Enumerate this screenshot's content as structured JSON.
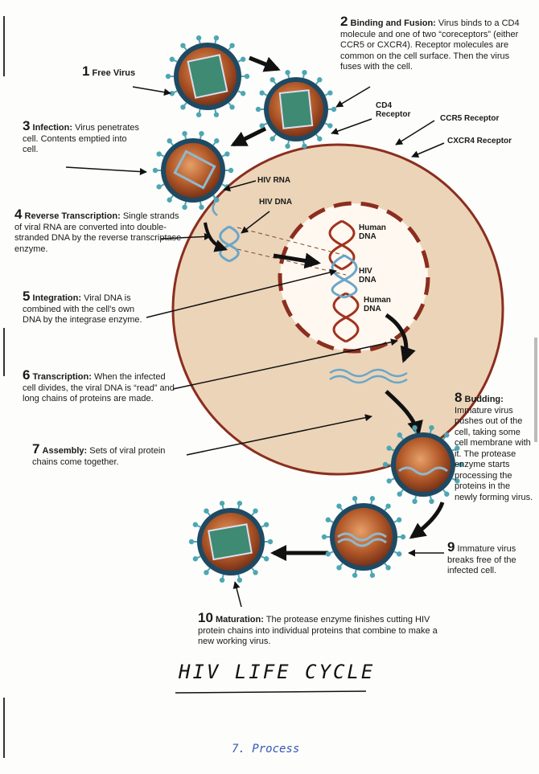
{
  "steps": {
    "s1": {
      "num": "1",
      "head": "Free Virus",
      "body": ""
    },
    "s2": {
      "num": "2",
      "head": "Binding and Fusion:",
      "body": "Virus binds to a CD4 molecule and one of two “coreceptors” (either CCR5 or CXCR4). Receptor molecules are common on the cell surface. Then the virus fuses with the cell."
    },
    "s3": {
      "num": "3",
      "head": "Infection:",
      "body": "Virus penetrates cell. Contents emptied into cell."
    },
    "s4": {
      "num": "4",
      "head": "Reverse Transcription:",
      "body": "Single strands of viral RNA are converted into double-stranded DNA by the reverse transcriptase enzyme."
    },
    "s5": {
      "num": "5",
      "head": "Integration:",
      "body": "Viral DNA is combined with the cell's own DNA by the integrase enzyme."
    },
    "s6": {
      "num": "6",
      "head": "Transcription:",
      "body": "When the infected cell divides, the viral DNA is “read” and long chains of proteins are made."
    },
    "s7": {
      "num": "7",
      "head": "Assembly:",
      "body": "Sets of viral protein chains come together."
    },
    "s8": {
      "num": "8",
      "head": "Budding:",
      "body": "Immature virus pushes out of the cell, taking some cell membrane with it. The protease enzyme starts processing the proteins in the newly forming virus."
    },
    "s9": {
      "num": "9",
      "head": "",
      "body": "Immature virus breaks free of the infected cell."
    },
    "s10": {
      "num": "10",
      "head": "Maturation:",
      "body": "The protease enzyme finishes cutting HIV protein chains into individual proteins that combine to make a new working virus."
    }
  },
  "labels": {
    "cd4": "CD4 Receptor",
    "ccr5": "CCR5 Receptor",
    "cxcr4": "CXCR4 Receptor",
    "hiv_rna": "HIV RNA",
    "hiv_dna": "HIV DNA",
    "human_dna_1": "Human DNA",
    "hiv_dna_nucleus": "HIV DNA",
    "human_dna_2": "Human DNA"
  },
  "handwriting": {
    "title": "HIV LIFE CYCLE",
    "footer": "7. Process"
  },
  "colors": {
    "cell_fill": "#ecd4b8",
    "cell_border": "#8b2e1f",
    "virus_core": "#b35a2a",
    "virus_ring": "#1e4a63",
    "spike": "#4fa6b3",
    "dna_red": "#a0331f",
    "dna_blue": "#6aa6c8",
    "ink_blue": "#3556b5"
  }
}
